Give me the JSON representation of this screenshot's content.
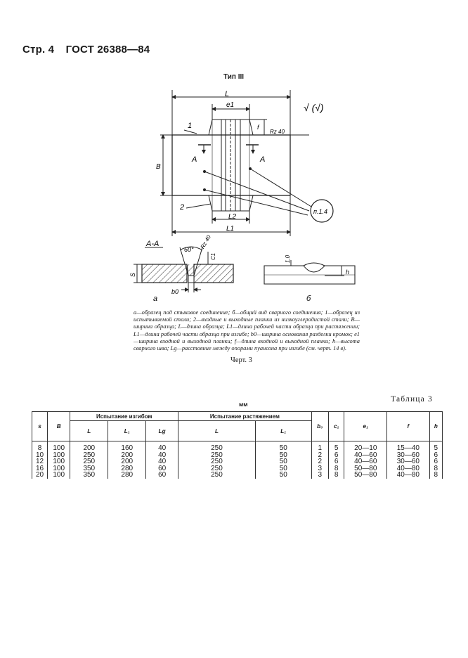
{
  "header": {
    "page": "Стр. 4",
    "standard": "ГОСТ 26388—84"
  },
  "figure": {
    "type_title": "Тип III",
    "dims": {
      "L": "L",
      "L1": "L1",
      "L2": "L2",
      "e1": "e1",
      "B": "B",
      "f": "f",
      "C1": "C1",
      "S": "S",
      "b0": "b0",
      "h": "h"
    },
    "roughness": "Rz 40",
    "roughness_symbol": "√ (√)",
    "section_mark": "A",
    "section_title": "A-A",
    "angle": "60°",
    "angle_roughness": "Rz 40",
    "detail_roughness": "1,0",
    "callout": "п.1.4",
    "label_1": "1",
    "label_2": "2",
    "sub_a": "а",
    "sub_b": "б"
  },
  "caption": "а—образец под стыковое соединение; б—общий вид сварного соединения; 1—образец из испытываемой стали; 2—входные и выходные планки из низкоуглеродистой стали; B—ширина образца; L—длина образца; L1—длина рабочей части образца при растяжении; L1—длина рабочей части образца при изгибе; b0—ширина основания разделки кромок; e1—ширина входной и выходной планки; f—длина входной и выходной планки; h—высота сварного шва; Lg—расстояние между опорами пуансона при изгибе (см. черт. 14 в).",
  "chart_label": "Черт. 3",
  "table_label": "Таблица 3",
  "units": "мм",
  "table": {
    "group_bend": "Испытание изгибом",
    "group_tension": "Испытание растяжением",
    "headers": {
      "s": "s",
      "B": "B",
      "L_bend": "L",
      "L1_bend": "L₁",
      "Lg": "Lg",
      "L_tens": "L",
      "L1_tens": "L₁",
      "b0": "b₀",
      "c1": "c₁",
      "e1": "e₁",
      "f": "f",
      "h": "h"
    },
    "columns": {
      "s": [
        "8",
        "10",
        "12",
        "16",
        "20"
      ],
      "B": [
        "100",
        "100",
        "100",
        "100",
        "100"
      ],
      "L_bend": [
        "200",
        "250",
        "250",
        "350",
        "350"
      ],
      "L1_bend": [
        "160",
        "200",
        "200",
        "280",
        "280"
      ],
      "Lg": [
        "40",
        "40",
        "40",
        "60",
        "60"
      ],
      "L_tens": [
        "250",
        "250",
        "250",
        "250",
        "250"
      ],
      "L1_tens": [
        "50",
        "50",
        "50",
        "50",
        "50"
      ],
      "b0": [
        "1",
        "2",
        "2",
        "3",
        "3"
      ],
      "c1": [
        "5",
        "6",
        "6",
        "8",
        "8"
      ],
      "e1": [
        "20—10",
        "40—60",
        "40—60",
        "50—80",
        "50—80"
      ],
      "f": [
        "15—40",
        "30—60",
        "30—60",
        "40—80",
        "40—80"
      ],
      "h": [
        "5",
        "6",
        "6",
        "8",
        "8"
      ]
    }
  }
}
